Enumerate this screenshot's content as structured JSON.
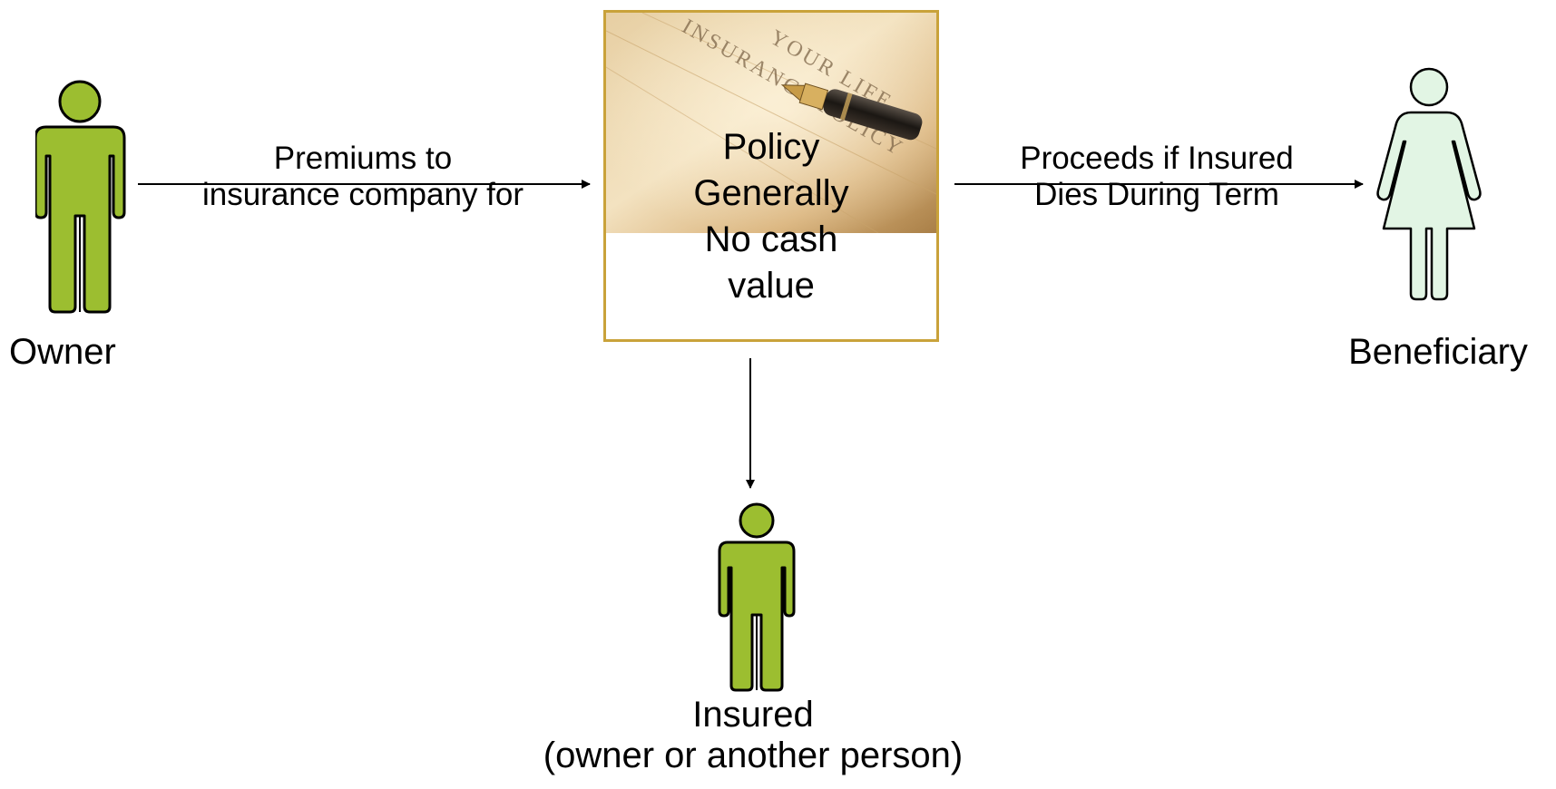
{
  "nodes": {
    "owner": {
      "label": "Owner"
    },
    "beneficiary": {
      "label": "Beneficiary"
    },
    "insured": {
      "label_line1": "Insured",
      "label_line2": "(owner or another person)"
    },
    "policy": {
      "photo_text_line1": "YOUR LIFE",
      "photo_text_line2": "INSURANCE POLICY",
      "line1": "Policy",
      "line2": "Generally",
      "line3": "No cash",
      "line4": "value"
    }
  },
  "edges": {
    "owner_to_policy": {
      "line1": "Premiums to",
      "line2": "insurance company for"
    },
    "policy_to_beneficiary": {
      "line1": "Proceeds if Insured",
      "line2": "Dies During Term"
    },
    "policy_to_insured": {
      "label": ""
    }
  },
  "colors": {
    "male_figure_fill": "#9cbe30",
    "female_figure_fill": "#e2f5e4",
    "figure_outline": "#000000",
    "policy_border": "#c9a23a",
    "arrow": "#000000"
  },
  "icons": {
    "owner": "man-icon",
    "insured": "man-icon",
    "beneficiary": "woman-icon",
    "policy_image": "pen-on-policy-document-photo"
  }
}
